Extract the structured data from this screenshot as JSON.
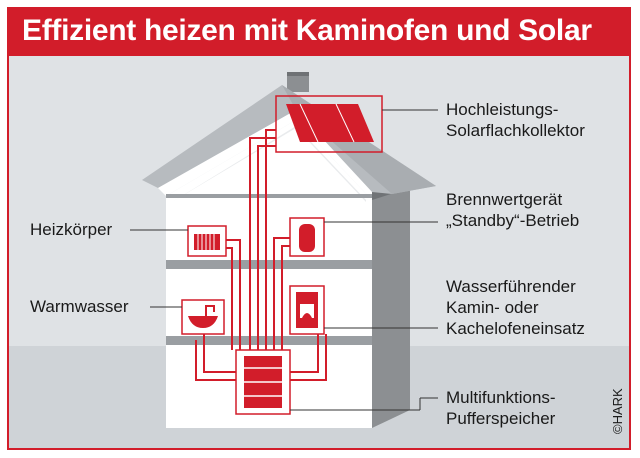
{
  "title": "Effizient heizen mit Kaminofen und Solar",
  "labels": {
    "heizkoerper": "Heizkörper",
    "warmwasser": "Warmwasser",
    "solar_line1": "Hochleistungs-",
    "solar_line2": "Solarflachkollektor",
    "brennwert_line1": "Brennwertgerät",
    "brennwert_line2": "„Standby“-Betrieb",
    "kamin_line1": "Wasserführender",
    "kamin_line2": "Kamin- oder",
    "kamin_line3": "Kachelofeneinsatz",
    "speicher_line1": "Multifunktions-",
    "speicher_line2": "Pufferspeicher"
  },
  "copyright": "©HARK",
  "colors": {
    "accent": "#d21d2a",
    "wall_gray": "#8c8f92",
    "house_white": "#ffffff",
    "background": "#dfe2e5"
  }
}
